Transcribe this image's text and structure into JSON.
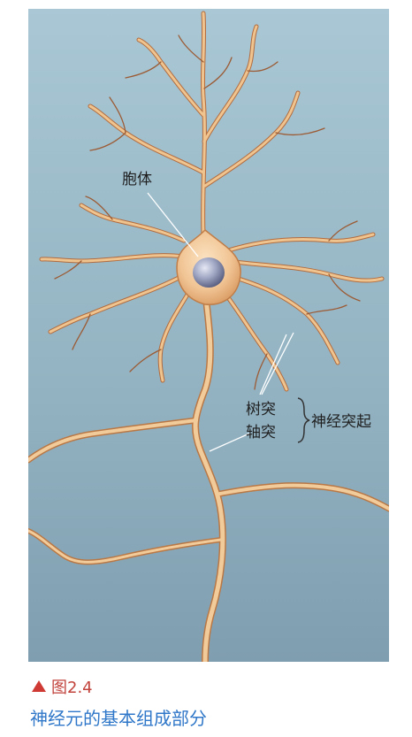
{
  "figure": {
    "number": "图2.4",
    "caption": "神经元的基本组成部分",
    "marker_color": "#cf3a34",
    "caption_color": "#2f77c8",
    "background_color": "#9fc0cf"
  },
  "labels": {
    "cell_body": "胞体",
    "dendrite": "树突",
    "axon": "轴突",
    "neurites": "神经突起"
  }
}
